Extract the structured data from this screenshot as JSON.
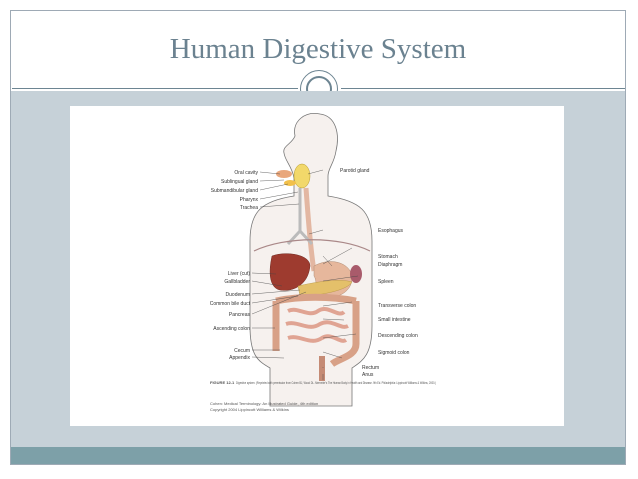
{
  "slide": {
    "title": "Human Digestive System"
  },
  "figure": {
    "labels_left": {
      "oral_cavity": "Oral cavity",
      "sublingual_gland": "Sublingual gland",
      "submandibular_gland": "Submandibular gland",
      "pharynx": "Pharynx",
      "trachea": "Trachea",
      "liver": "Liver (cut)",
      "gallbladder": "Gallbladder",
      "duodenum": "Duodenum",
      "common_bile_duct": "Common bile duct",
      "pancreas": "Pancreas",
      "ascending_colon": "Ascending colon",
      "cecum": "Cecum",
      "appendix": "Appendix"
    },
    "labels_right": {
      "parotid_gland": "Parotid gland",
      "esophagus": "Esophagus",
      "stomach": "Stomach",
      "diaphragm": "Diaphragm",
      "spleen": "Spleen",
      "transverse_colon": "Transverse colon",
      "small_intestine": "Small intestine",
      "descending_colon": "Descending colon",
      "sigmoid_colon": "Sigmoid colon",
      "rectum": "Rectum",
      "anus": "Anus"
    },
    "caption_bold": "FIGURE 12-1",
    "caption": "Digestive system. (Reprinted with permission from Cohen BJ, Wood DL. Memmler's The Human Body in Health and Disease. 9th Ed. Philadelphia: Lippincott Williams & Wilkins, 2000.)",
    "credit_line1": "Cohen: Medical Terminology: An Illustrated Guide, 4th edition",
    "credit_line2": "Copyright 2004 Lippincott Williams & Wilkins"
  }
}
